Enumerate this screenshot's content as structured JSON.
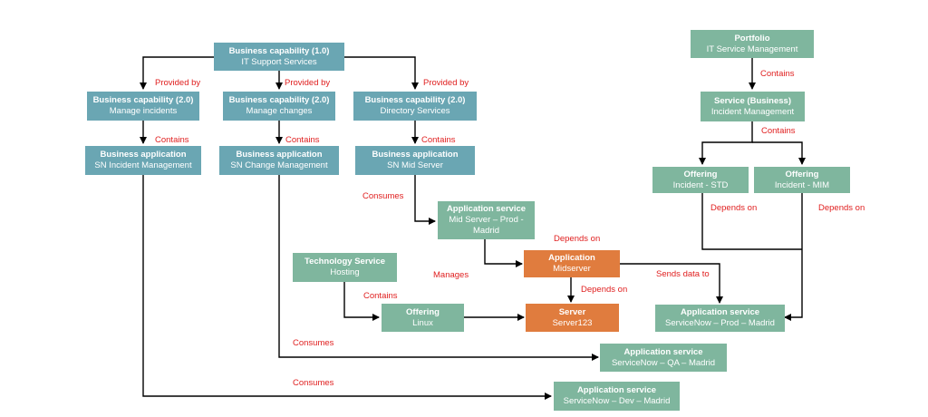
{
  "nodes": {
    "bc_it": {
      "title": "Business capability (1.0)",
      "subtitle": "IT Support Services",
      "color": "#6aa6b3"
    },
    "bc_inc": {
      "title": "Business capability (2.0)",
      "subtitle": "Manage incidents",
      "color": "#6aa6b3"
    },
    "bc_chg": {
      "title": "Business capability (2.0)",
      "subtitle": "Manage changes",
      "color": "#6aa6b3"
    },
    "bc_dir": {
      "title": "Business capability (2.0)",
      "subtitle": "Directory Services",
      "color": "#6aa6b3"
    },
    "ba_inc": {
      "title": "Business application",
      "subtitle": "SN Incident Management",
      "color": "#6aa6b3"
    },
    "ba_chg": {
      "title": "Business application",
      "subtitle": "SN Change Management",
      "color": "#6aa6b3"
    },
    "ba_mid": {
      "title": "Business application",
      "subtitle": "SN Mid Server",
      "color": "#6aa6b3"
    },
    "portfolio": {
      "title": "Portfolio",
      "subtitle": "IT Service Management",
      "color": "#7fb69e"
    },
    "svc_bus": {
      "title": "Service (Business)",
      "subtitle": "Incident Management",
      "color": "#7fb69e"
    },
    "off_std": {
      "title": "Offering",
      "subtitle": "Incident - STD",
      "color": "#7fb69e"
    },
    "off_mim": {
      "title": "Offering",
      "subtitle": "Incident - MIM",
      "color": "#7fb69e"
    },
    "as_mid": {
      "title": "Application service",
      "subtitle": "Mid Server – Prod - Madrid",
      "color": "#7fb69e"
    },
    "ts_host": {
      "title": "Technology Service",
      "subtitle": "Hosting",
      "color": "#7fb69e"
    },
    "off_linux": {
      "title": "Offering",
      "subtitle": "Linux",
      "color": "#7fb69e"
    },
    "app_mid": {
      "title": "Application",
      "subtitle": "Midserver",
      "color": "#e07c3e"
    },
    "server": {
      "title": "Server",
      "subtitle": "Server123",
      "color": "#e07c3e"
    },
    "as_prod": {
      "title": "Application service",
      "subtitle": "ServiceNow – Prod – Madrid",
      "color": "#7fb69e"
    },
    "as_qa": {
      "title": "Application service",
      "subtitle": "ServiceNow – QA – Madrid",
      "color": "#7fb69e"
    },
    "as_dev": {
      "title": "Application service",
      "subtitle": "ServiceNow – Dev – Madrid",
      "color": "#7fb69e"
    }
  },
  "labels": {
    "provided_by_1": "Provided by",
    "provided_by_2": "Provided by",
    "provided_by_3": "Provided by",
    "contains_1": "Contains",
    "contains_2": "Contains",
    "contains_3": "Contains",
    "contains_portfolio": "Contains",
    "contains_service": "Contains",
    "consumes_mid": "Consumes",
    "depends_on_app": "Depends on",
    "depends_on_server": "Depends on",
    "depends_on_std": "Depends on",
    "depends_on_mim": "Depends on",
    "manages": "Manages",
    "contains_linux": "Contains",
    "sends_data_to": "Sends data to",
    "consumes_qa": "Consumes",
    "consumes_dev": "Consumes"
  },
  "line_color": "#000000",
  "label_color": "#e02020"
}
